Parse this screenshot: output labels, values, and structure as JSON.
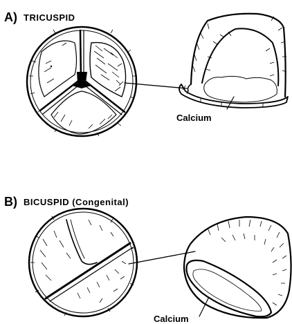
{
  "panels": [
    {
      "letter": "A)",
      "title": "TRICUSPID",
      "callout": "Calcium"
    },
    {
      "letter": "B)",
      "title": "BICUSPID (Congenital)",
      "callout": "Calcium"
    }
  ]
}
